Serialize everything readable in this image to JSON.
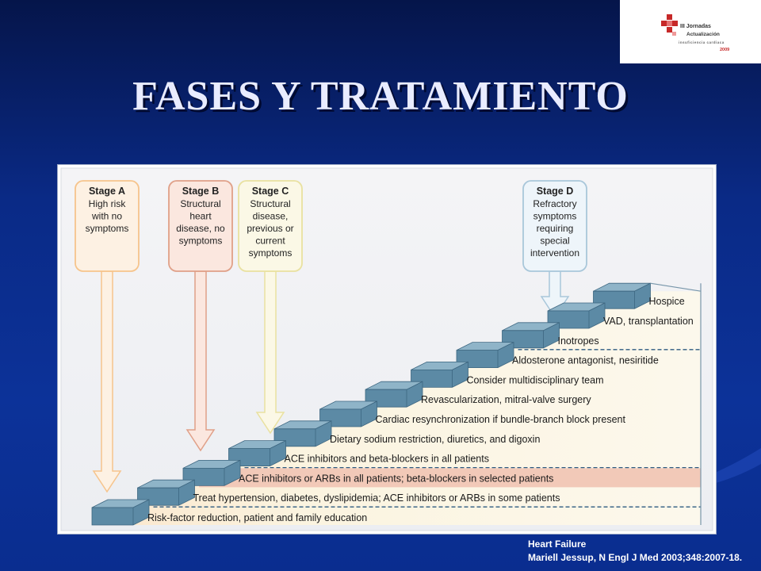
{
  "slide": {
    "title": "FASES Y TRATAMIENTO",
    "citation_line1": "Heart Failure",
    "citation_line2": "Mariell Jessup, N Engl J Med 2003;348:2007-18."
  },
  "logo": {
    "line1": "III Jornadas",
    "line2": "Actualización",
    "line3": "insuficiencia cardiaca",
    "line4": "2009",
    "brand_color": "#c62828"
  },
  "stages": [
    {
      "title": "Stage A",
      "lines": [
        "High risk",
        "with no",
        "symptoms"
      ],
      "color": "#f6c48c",
      "fill": "#fdf1e3"
    },
    {
      "title": "Stage B",
      "lines": [
        "Structural",
        "heart",
        "disease, no",
        "symptoms"
      ],
      "color": "#e0a088",
      "fill": "#fbe7df"
    },
    {
      "title": "Stage C",
      "lines": [
        "Structural",
        "disease,",
        "previous or",
        "current",
        "symptoms"
      ],
      "color": "#e9e1a0",
      "fill": "#fbf8e6"
    },
    {
      "title": "Stage D",
      "lines": [
        "Refractory",
        "symptoms",
        "requiring",
        "special",
        "intervention"
      ],
      "color": "#a9c7da",
      "fill": "#eef5fa"
    }
  ],
  "steps": [
    "Risk-factor reduction, patient and family education",
    "Treat hypertension, diabetes, dyslipidemia; ACE inhibitors or ARBs in some patients",
    "ACE inhibitors or ARBs in all patients; beta-blockers in selected patients",
    "ACE inhibitors and beta-blockers in all patients",
    "Dietary sodium restriction, diuretics, and digoxin",
    "Cardiac resynchronization if bundle-branch block present",
    "Revascularization, mitral-valve surgery",
    "Consider multidisciplinary team",
    "Aldosterone antagonist, nesiritide",
    "Inotropes",
    "VAD, transplantation",
    "Hospice"
  ],
  "colors": {
    "step_face": "#5c8aa5",
    "step_top": "#8fb4c8",
    "step_dark": "#3d6680",
    "dash": "#2d5a80"
  }
}
